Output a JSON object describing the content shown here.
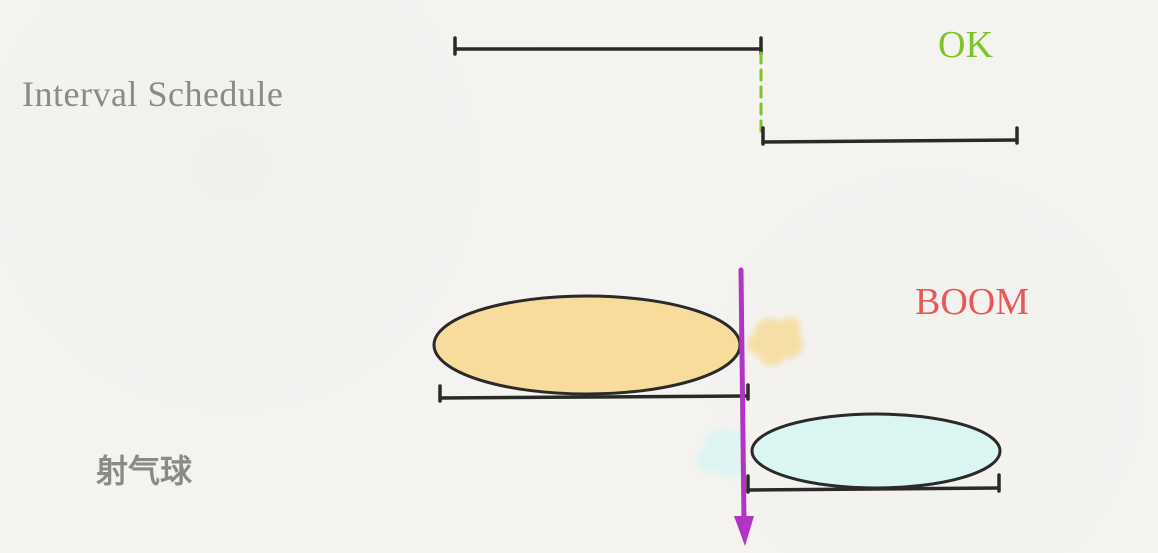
{
  "title": "Interval Schedule",
  "ok_label": "OK",
  "boom_label": "BOOM",
  "balloon_label": "射气球",
  "colors": {
    "background": "#f5f4f1",
    "interval_line": "#2a2a2a",
    "ok": "#7cc427",
    "boom": "#e8585a",
    "label_gray": "#8a8a86",
    "arrow": "#b234c4",
    "balloon_yellow": "#f7dc9b",
    "balloon_cyan": "#dbf5f3"
  }
}
